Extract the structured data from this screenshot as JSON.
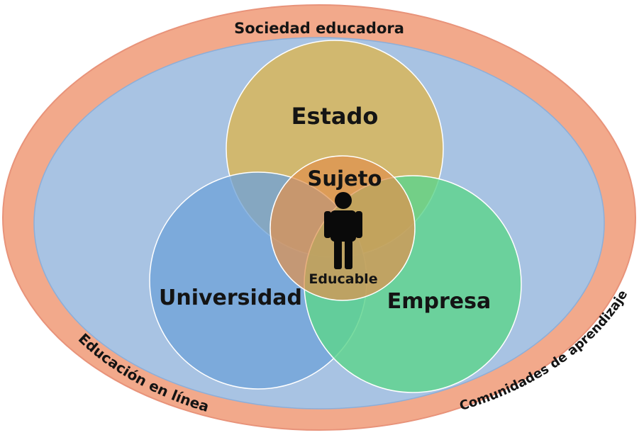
{
  "outer": {
    "label": "Sociedad educadora"
  },
  "curved_labels": {
    "left": "Educación en línea",
    "right": "Comunidades de aprendizaje"
  },
  "circles": {
    "estado": "Estado",
    "universidad": "Universidad",
    "empresa": "Empresa"
  },
  "center": {
    "top_label": "Sujeto",
    "bottom_label": "Educable"
  },
  "colors": {
    "outer_ring": "#F2A98B",
    "inner_field": "#A8C3E3",
    "estado": "#D8B65A",
    "universidad": "#6FA3D8",
    "empresa": "#5ED48C",
    "center": "#E1924E",
    "person": "#0A0A0A"
  }
}
